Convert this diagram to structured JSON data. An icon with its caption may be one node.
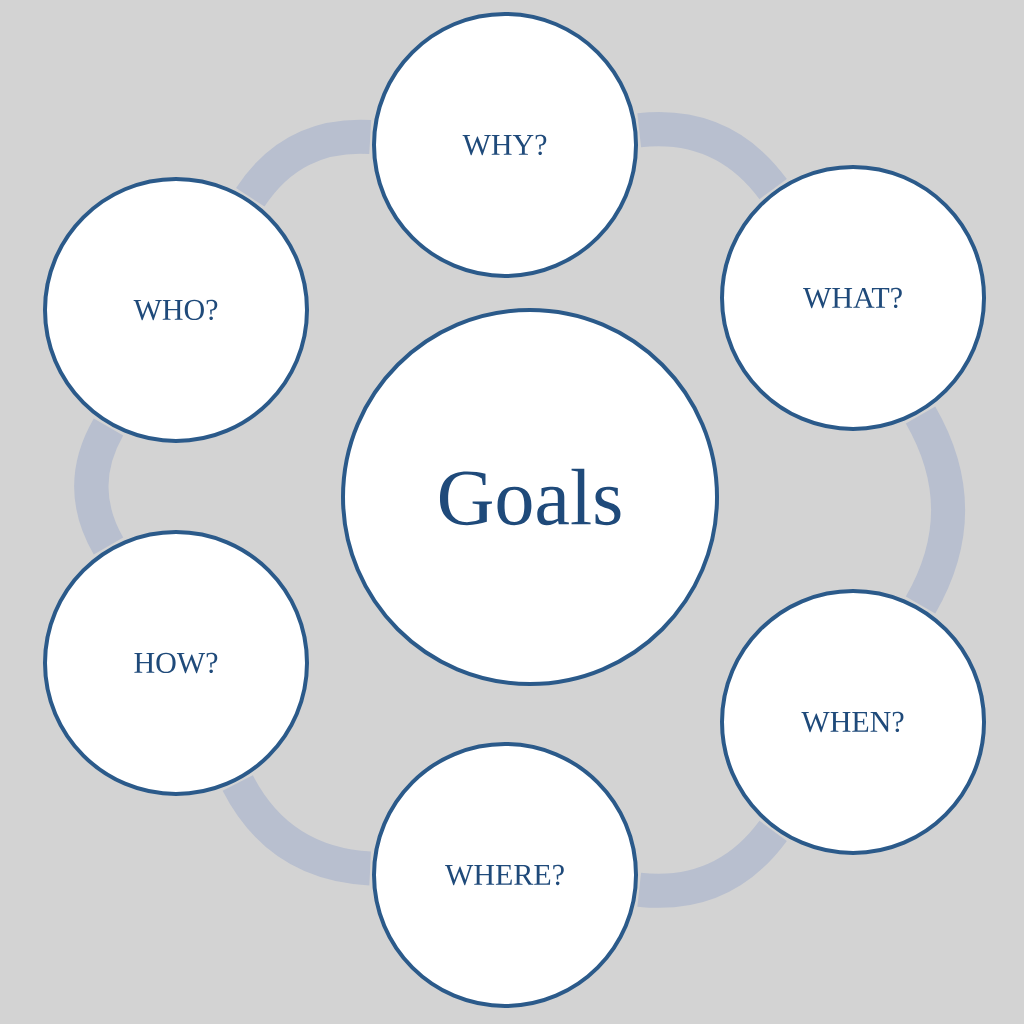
{
  "diagram": {
    "nodes": [
      {
        "text": [
          "Goals"
        ]
      },
      {
        "text": [
          "WHY?"
        ]
      },
      {
        "text": [
          "WHAT?"
        ]
      },
      {
        "text": [
          "WHEN?"
        ]
      },
      {
        "text": [
          "WHERE?"
        ]
      },
      {
        "text": [
          "HOW?"
        ]
      },
      {
        "text": [
          "WHO?"
        ]
      }
    ],
    "edges": [
      {
        "from": 1,
        "to": 2,
        "arrow": "none"
      },
      {
        "from": 2,
        "to": 3,
        "arrow": "none"
      },
      {
        "from": 3,
        "to": 4,
        "arrow": "none"
      },
      {
        "from": 4,
        "to": 5,
        "arrow": "none"
      },
      {
        "from": 5,
        "to": 6,
        "arrow": "none"
      },
      {
        "from": 6,
        "to": 1,
        "arrow": "none"
      }
    ]
  }
}
